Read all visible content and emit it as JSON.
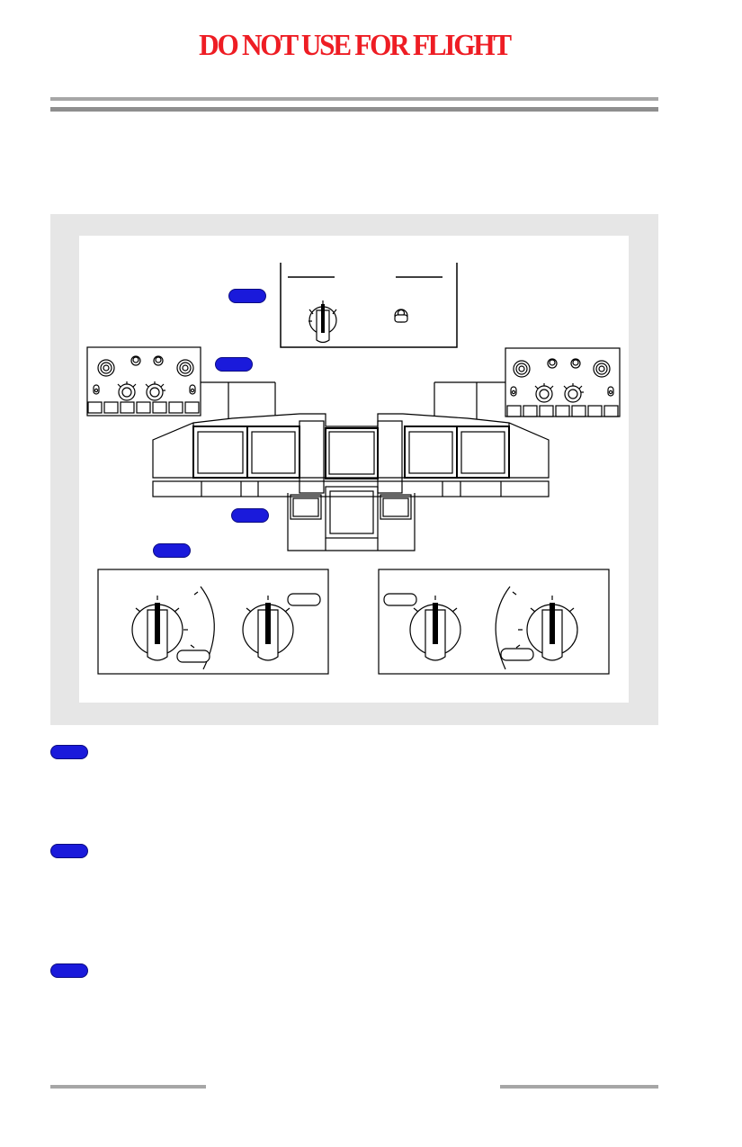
{
  "banner": {
    "text": "DO NOT USE FOR FLIGHT",
    "color": "#ee1d24"
  },
  "colors": {
    "callout": "#1a1adb",
    "figure_frame": "#e6e6e6",
    "rule": "#a6a6a6"
  },
  "icons": [
    "rotary-selector-knob",
    "toggle-switch",
    "display-screen",
    "mode-selector-knob"
  ]
}
